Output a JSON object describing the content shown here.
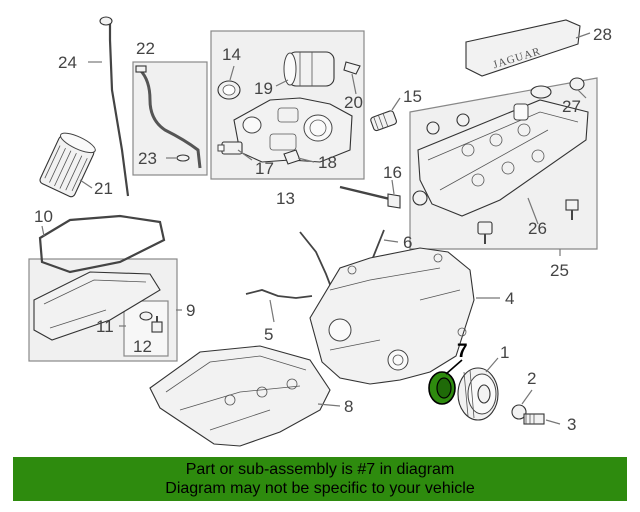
{
  "diagram": {
    "callouts": {
      "c1": "1",
      "c2": "2",
      "c3": "3",
      "c4": "4",
      "c5": "5",
      "c6": "6",
      "c7": "7",
      "c8": "8",
      "c9": "9",
      "c10": "10",
      "c11": "11",
      "c12": "12",
      "c13": "13",
      "c14": "14",
      "c15": "15",
      "c16": "16",
      "c17": "17",
      "c18": "18",
      "c19": "19",
      "c20": "20",
      "c21": "21",
      "c22": "22",
      "c23": "23",
      "c24": "24",
      "c25": "25",
      "c26": "26",
      "c27": "27",
      "c28": "28"
    },
    "highlighted_part": "7",
    "cover_brand_text": "JAGUAR",
    "colors": {
      "highlight": "#2e8b0e",
      "banner": "#2e8b0e"
    }
  },
  "banner": {
    "line1": "Part or sub-assembly is #7 in diagram",
    "line2": "Diagram may not be specific to your vehicle"
  }
}
